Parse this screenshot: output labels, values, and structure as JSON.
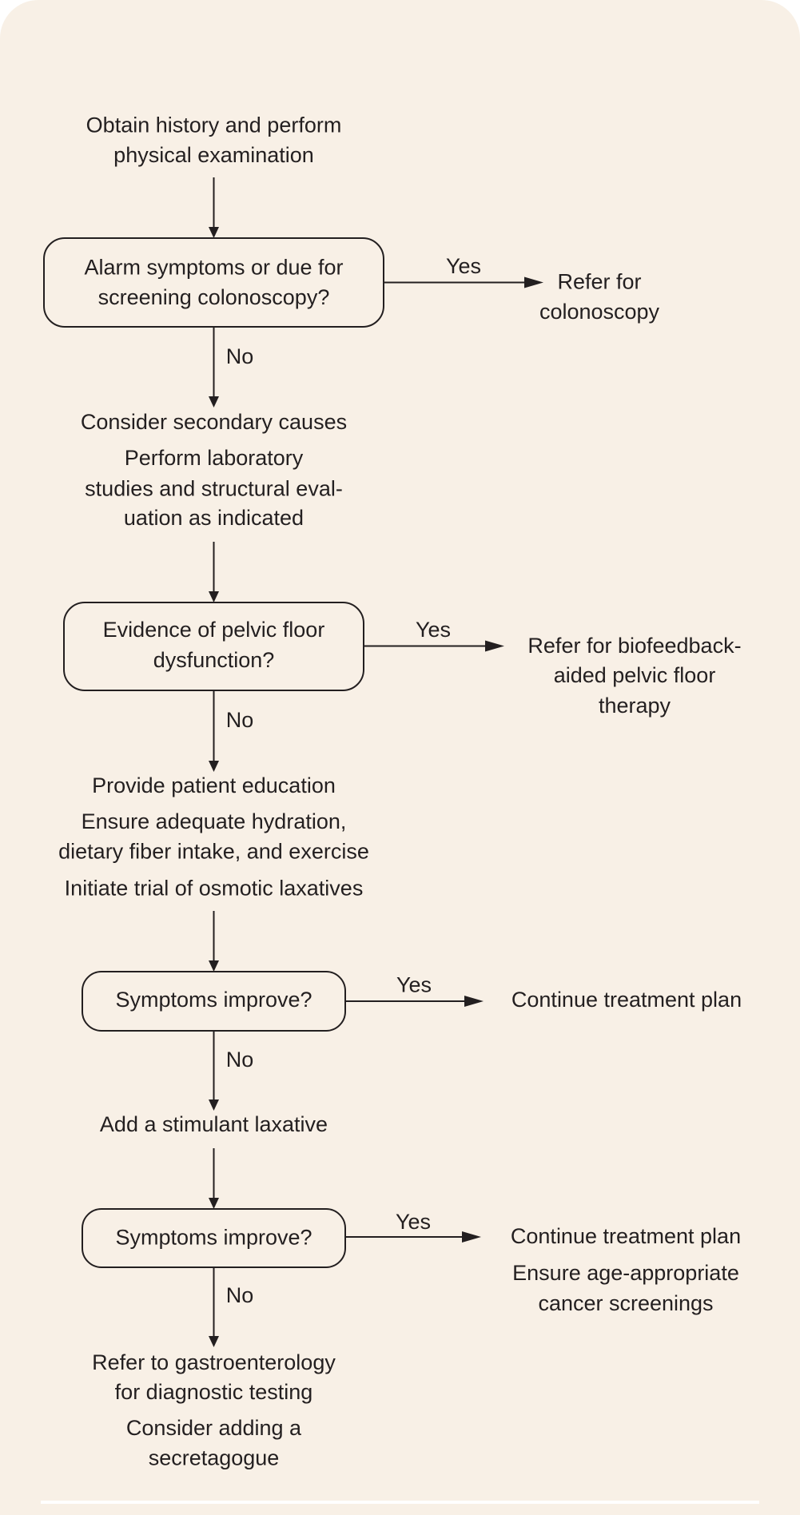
{
  "colors": {
    "background": "#f8f0e6",
    "ink": "#231f20",
    "rule": "#ffffff"
  },
  "flowchart": {
    "start": {
      "lines": [
        "Obtain history and perform",
        "physical examination"
      ]
    },
    "decision1": {
      "lines": [
        "Alarm symptoms or due for",
        "screening colonoscopy?"
      ],
      "yes_label": "Yes",
      "no_label": "No",
      "yes_outcome": [
        "Refer for",
        "colonoscopy"
      ]
    },
    "step2": {
      "lines": [
        "Consider secondary causes",
        "Perform laboratory",
        "studies and structural eval-",
        "uation as indicated"
      ]
    },
    "decision2": {
      "lines": [
        "Evidence of pelvic floor",
        "dysfunction?"
      ],
      "yes_label": "Yes",
      "no_label": "No",
      "yes_outcome": [
        "Refer for biofeedback-",
        "aided pelvic floor",
        "therapy"
      ]
    },
    "step3": {
      "lines": [
        "Provide patient education",
        "Ensure adequate hydration,",
        "dietary fiber intake, and exercise",
        "Initiate trial of osmotic laxatives"
      ]
    },
    "decision3": {
      "lines": [
        "Symptoms improve?"
      ],
      "yes_label": "Yes",
      "no_label": "No",
      "yes_outcome": [
        "Continue treatment plan"
      ]
    },
    "step4": {
      "lines": [
        "Add a stimulant laxative"
      ]
    },
    "decision4": {
      "lines": [
        "Symptoms improve?"
      ],
      "yes_label": "Yes",
      "no_label": "No",
      "yes_outcome": [
        "Continue treatment plan",
        "Ensure age-appropriate",
        "cancer screenings"
      ]
    },
    "final": {
      "lines": [
        "Refer to gastroenterology",
        "for diagnostic testing",
        "Consider adding a",
        "secretagogue"
      ]
    }
  }
}
